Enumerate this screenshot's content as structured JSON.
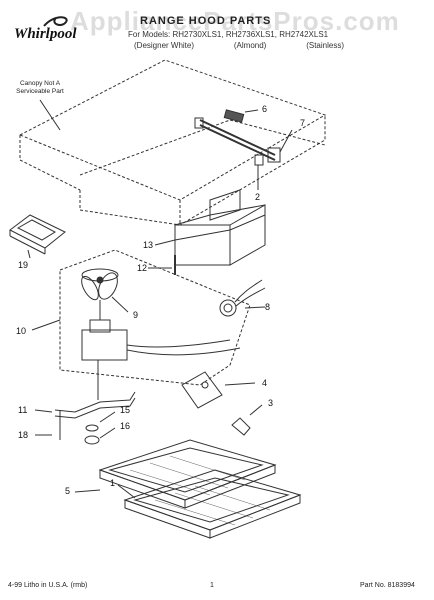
{
  "header": {
    "watermark": "AppliancePartsPros.com",
    "brand": "Whirlpool",
    "title": "RANGE HOOD PARTS",
    "models": "For Models: RH2730XLS1, RH2736XLS1, RH2742XLS1",
    "finishes": [
      "(Designer White)",
      "(Almond)",
      "(Stainless)"
    ]
  },
  "note": "Canopy Not A Serviceable Part",
  "callouts": [
    "1",
    "2",
    "3",
    "4",
    "5",
    "6",
    "7",
    "8",
    "9",
    "10",
    "11",
    "12",
    "13",
    "15",
    "16",
    "18",
    "19"
  ],
  "footer": {
    "left": "4-99 Litho in U.S.A. (rmb)",
    "page": "1",
    "part_no": "Part No. 8183994"
  },
  "colors": {
    "line": "#333333",
    "text": "#111111"
  }
}
